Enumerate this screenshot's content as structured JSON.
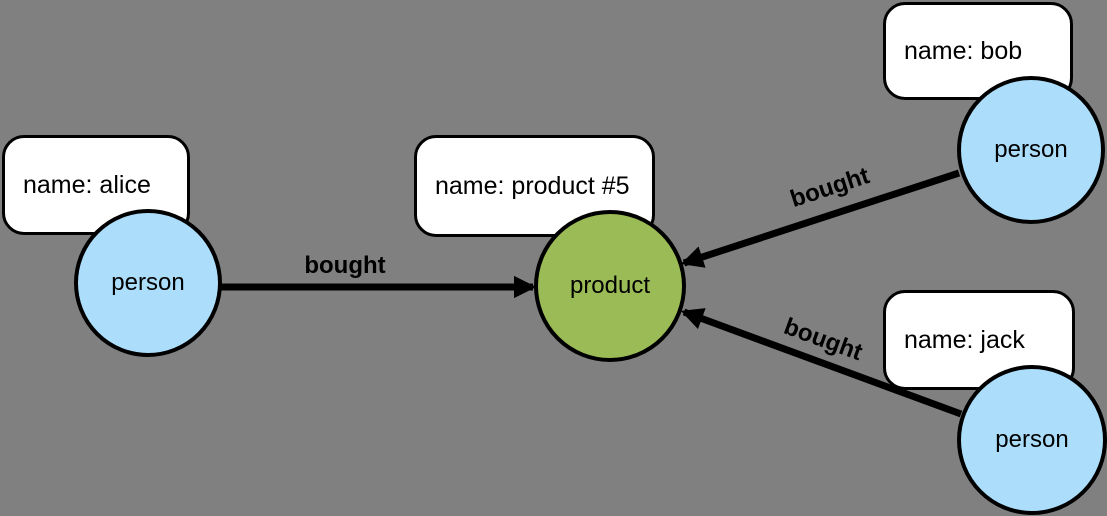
{
  "diagram_type": "property-graph",
  "colors": {
    "background": "#808080",
    "person_fill": "#ACDEFC",
    "product_fill": "#9ABB55",
    "label_box_fill": "#FFFFFF",
    "stroke": "#000000"
  },
  "graph": {
    "nodes": [
      {
        "id": "alice",
        "type": "person",
        "label": "person",
        "property": "name: alice"
      },
      {
        "id": "product5",
        "type": "product",
        "label": "product",
        "property": "name: product #5"
      },
      {
        "id": "bob",
        "type": "person",
        "label": "person",
        "property": "name: bob"
      },
      {
        "id": "jack",
        "type": "person",
        "label": "person",
        "property": "name: jack"
      }
    ],
    "edges": [
      {
        "from": "alice",
        "to": "product5",
        "label": "bought"
      },
      {
        "from": "bob",
        "to": "product5",
        "label": "bought"
      },
      {
        "from": "jack",
        "to": "product5",
        "label": "bought"
      }
    ]
  }
}
